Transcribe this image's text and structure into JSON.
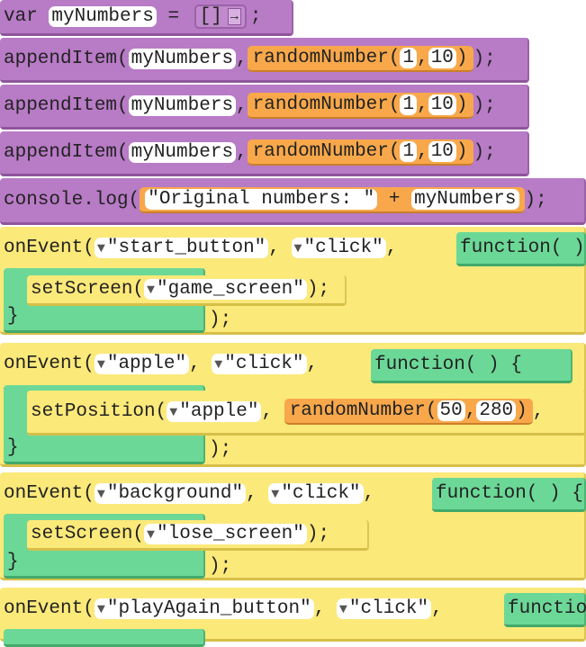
{
  "var_block": {
    "keyword": "var",
    "name": "myNumbers",
    "eq": " = ",
    "array": "[]",
    "arrow": "→",
    "end": ";"
  },
  "append_blocks": [
    {
      "fn": "appendItem(",
      "arg": "myNumbers",
      "sep": ",",
      "rand": "randomNumber(",
      "a": "1",
      "comma": ",",
      "b": "10",
      "close": ")",
      "end": ");"
    },
    {
      "fn": "appendItem(",
      "arg": "myNumbers",
      "sep": ",",
      "rand": "randomNumber(",
      "a": "1",
      "comma": ",",
      "b": "10",
      "close": ")",
      "end": ");"
    },
    {
      "fn": "appendItem(",
      "arg": "myNumbers",
      "sep": ",",
      "rand": "randomNumber(",
      "a": "1",
      "comma": ",",
      "b": "10",
      "close": ")",
      "end": ");"
    }
  ],
  "console_block": {
    "fn": "console.log(",
    "str": "\"Original numbers: \"",
    "plus": " + ",
    "var": "myNumbers",
    "end": ");"
  },
  "events": [
    {
      "fn": "onEvent(",
      "target": "\"start_button\"",
      "sep": ", ",
      "event": "\"click\"",
      "sep2": ", ",
      "func": "function( )",
      "body_fn": "setScreen(",
      "body_arg": "\"game_screen\"",
      "body_end": ");",
      "close_brace": "}",
      "close": ");"
    },
    {
      "fn": "onEvent(",
      "target": "\"apple\"",
      "sep": ", ",
      "event": "\"click\"",
      "sep2": ", ",
      "func": "function( ) {",
      "body_fn": "setPosition(",
      "body_arg": "\"apple\"",
      "body_sep": ", ",
      "rand": "randomNumber(",
      "a": "50",
      "comma": ",",
      "b": "280",
      "rclose": ")",
      "body_end": ",",
      "close_brace": "}",
      "close": ");"
    },
    {
      "fn": "onEvent(",
      "target": "\"background\"",
      "sep": ", ",
      "event": "\"click\"",
      "sep2": ", ",
      "func": "function( ) {",
      "body_fn": "setScreen(",
      "body_arg": "\"lose_screen\"",
      "body_end": ");",
      "close_brace": "}",
      "close": ");"
    },
    {
      "fn": "onEvent(",
      "target": "\"playAgain_button\"",
      "sep": ", ",
      "event": "\"click\"",
      "sep2": ", ",
      "func": "functio"
    }
  ],
  "dropdown_icon": "▼",
  "colors": {
    "variables": "#b87bc6",
    "math": "#f8a84b",
    "events": "#fbe97a",
    "functions": "#6cd897"
  }
}
